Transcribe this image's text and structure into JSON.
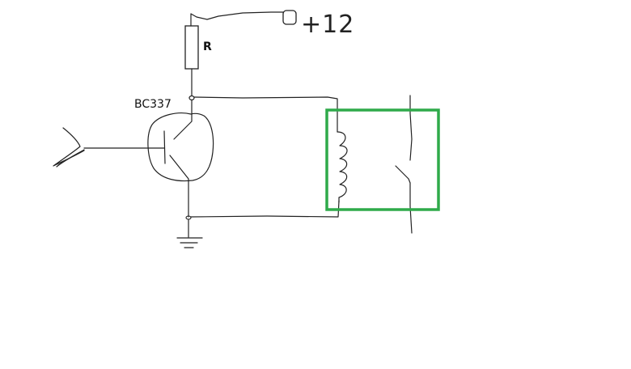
{
  "labels": {
    "resistor": "R",
    "transistor": "BC337",
    "supply": "+12"
  },
  "colors": {
    "ink": "#222222",
    "relay_box": "#2faa4a",
    "background": "#ffffff"
  }
}
